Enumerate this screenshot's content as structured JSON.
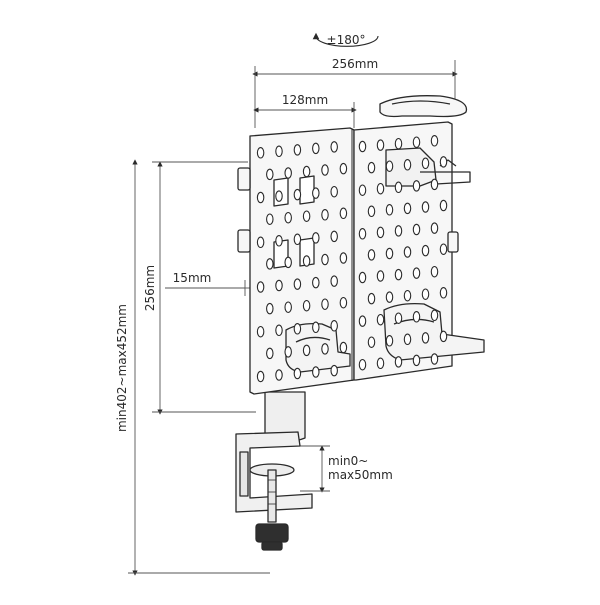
{
  "labels": {
    "rotation": "±180°",
    "width_total": "256mm",
    "width_half": "128mm",
    "height_panel": "256mm",
    "offset": "15mm",
    "height_total": "min402~max452mm",
    "clamp_line1": "min0~",
    "clamp_line2": "max50mm"
  },
  "colors": {
    "line": "#2a2a2a",
    "panel": "#f7f7f7",
    "dim_line": "#555555"
  },
  "icons": {
    "rotation": "rotate-arrow-icon"
  }
}
